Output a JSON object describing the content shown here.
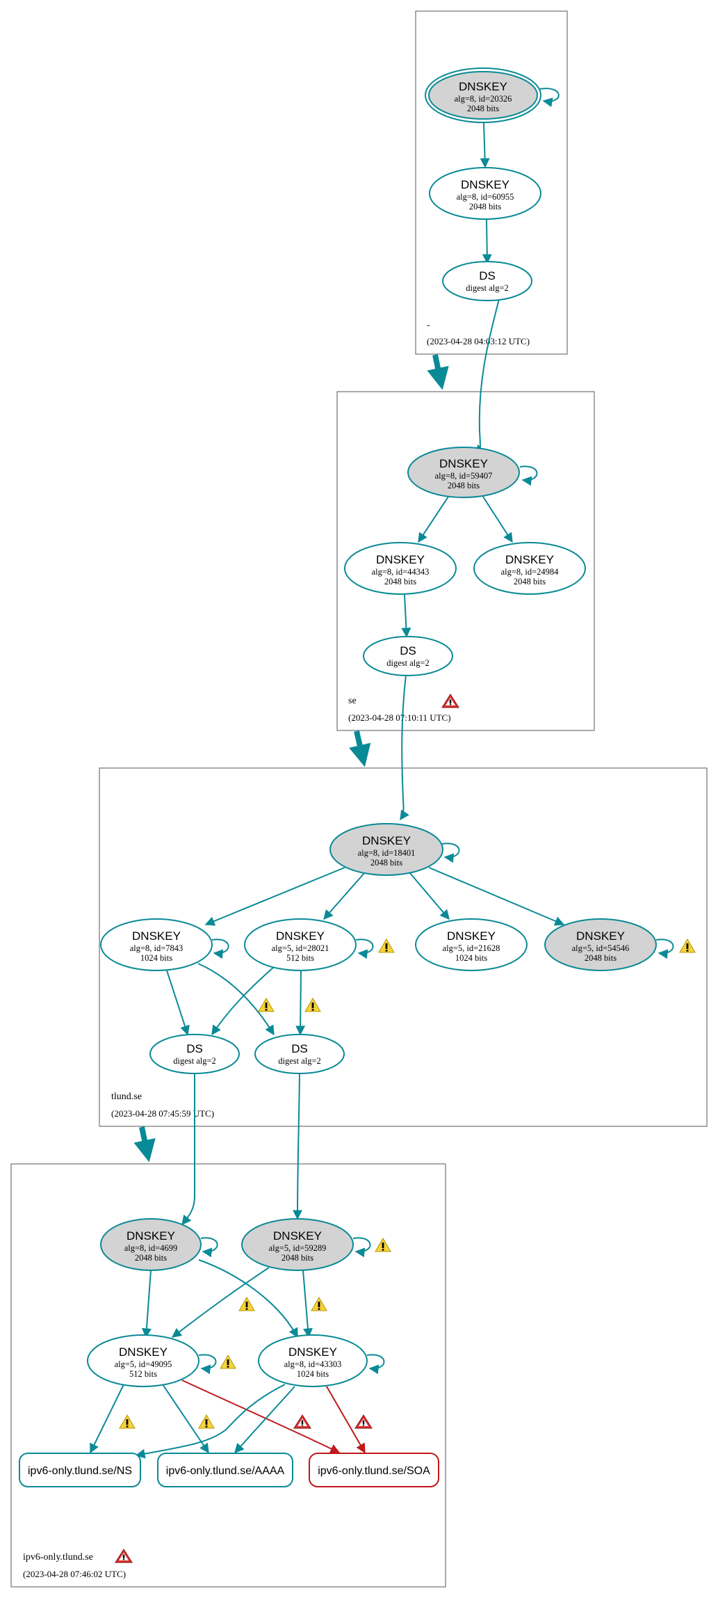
{
  "colors": {
    "edge": "#0a8a96",
    "error": "#c0181a",
    "key_fill_sep": "#d3d3d3",
    "key_fill": "#ffffff",
    "warning_fill": "#f5d33a",
    "error_fill": "#d9312f",
    "zone_border": "#555555"
  },
  "zones": [
    {
      "id": "root",
      "name": "-",
      "timestamp": "(2023-04-28 04:03:12 UTC)",
      "status_icon": ""
    },
    {
      "id": "se",
      "name": "se",
      "timestamp": "(2023-04-28 07:10:11 UTC)",
      "status_icon": "error"
    },
    {
      "id": "tlund",
      "name": "tlund.se",
      "timestamp": "(2023-04-28 07:45:59 UTC)",
      "status_icon": ""
    },
    {
      "id": "ipv6",
      "name": "ipv6-only.tlund.se",
      "timestamp": "(2023-04-28 07:46:02 UTC)",
      "status_icon": "error"
    }
  ],
  "nodes": [
    {
      "id": "root_ksk",
      "title": "DNSKEY",
      "line1": "alg=8, id=20326",
      "line2": "2048 bits",
      "sep": true,
      "trust_anchor": true,
      "status_icon": ""
    },
    {
      "id": "root_zsk",
      "title": "DNSKEY",
      "line1": "alg=8, id=60955",
      "line2": "2048 bits",
      "sep": false,
      "status_icon": ""
    },
    {
      "id": "root_ds",
      "title": "DS",
      "line1": "digest alg=2",
      "line2": "",
      "sep": false,
      "status_icon": ""
    },
    {
      "id": "se_ksk",
      "title": "DNSKEY",
      "line1": "alg=8, id=59407",
      "line2": "2048 bits",
      "sep": true,
      "status_icon": ""
    },
    {
      "id": "se_zsk1",
      "title": "DNSKEY",
      "line1": "alg=8, id=44343",
      "line2": "2048 bits",
      "sep": false,
      "status_icon": ""
    },
    {
      "id": "se_zsk2",
      "title": "DNSKEY",
      "line1": "alg=8, id=24984",
      "line2": "2048 bits",
      "sep": false,
      "status_icon": ""
    },
    {
      "id": "se_ds",
      "title": "DS",
      "line1": "digest alg=2",
      "line2": "",
      "sep": false,
      "status_icon": ""
    },
    {
      "id": "t_ksk",
      "title": "DNSKEY",
      "line1": "alg=8, id=18401",
      "line2": "2048 bits",
      "sep": true,
      "status_icon": ""
    },
    {
      "id": "t_k7843",
      "title": "DNSKEY",
      "line1": "alg=8, id=7843",
      "line2": "1024 bits",
      "sep": false,
      "status_icon": ""
    },
    {
      "id": "t_k28021",
      "title": "DNSKEY",
      "line1": "alg=5, id=28021",
      "line2": "512 bits",
      "sep": false,
      "status_icon": "warning"
    },
    {
      "id": "t_k21628",
      "title": "DNSKEY",
      "line1": "alg=5, id=21628",
      "line2": "1024 bits",
      "sep": false,
      "status_icon": ""
    },
    {
      "id": "t_k54546",
      "title": "DNSKEY",
      "line1": "alg=5, id=54546",
      "line2": "2048 bits",
      "sep": true,
      "status_icon": "warning"
    },
    {
      "id": "t_ds1",
      "title": "DS",
      "line1": "digest alg=2",
      "line2": "",
      "sep": false,
      "status_icon": ""
    },
    {
      "id": "t_ds2",
      "title": "DS",
      "line1": "digest alg=2",
      "line2": "",
      "sep": false,
      "status_icon": ""
    },
    {
      "id": "i_k4699",
      "title": "DNSKEY",
      "line1": "alg=8, id=4699",
      "line2": "2048 bits",
      "sep": true,
      "status_icon": ""
    },
    {
      "id": "i_k59289",
      "title": "DNSKEY",
      "line1": "alg=5, id=59289",
      "line2": "2048 bits",
      "sep": true,
      "status_icon": "warning"
    },
    {
      "id": "i_k49095",
      "title": "DNSKEY",
      "line1": "alg=5, id=49095",
      "line2": "512 bits",
      "sep": false,
      "status_icon": "warning"
    },
    {
      "id": "i_k43303",
      "title": "DNSKEY",
      "line1": "alg=8, id=43303",
      "line2": "1024 bits",
      "sep": false,
      "status_icon": ""
    }
  ],
  "rrsets": [
    {
      "id": "rr_ns",
      "label": "ipv6-only.tlund.se/NS",
      "status": "ok"
    },
    {
      "id": "rr_aaaa",
      "label": "ipv6-only.tlund.se/AAAA",
      "status": "ok"
    },
    {
      "id": "rr_soa",
      "label": "ipv6-only.tlund.se/SOA",
      "status": "error"
    }
  ]
}
